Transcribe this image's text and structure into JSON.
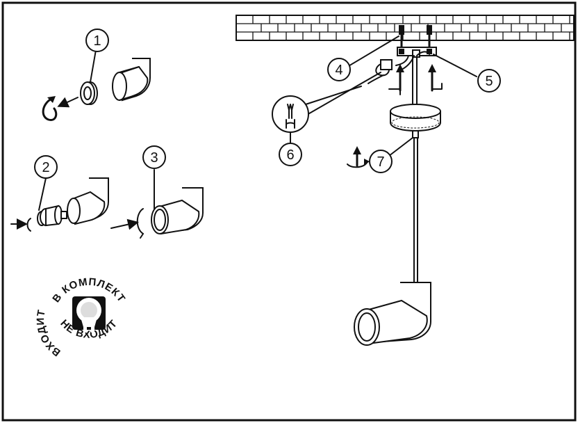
{
  "callouts": [
    {
      "id": "1",
      "label": "1"
    },
    {
      "id": "2",
      "label": "2"
    },
    {
      "id": "3",
      "label": "3"
    },
    {
      "id": "4",
      "label": "4"
    },
    {
      "id": "5",
      "label": "5"
    },
    {
      "id": "6",
      "label": "6"
    },
    {
      "id": "7",
      "label": "7"
    }
  ],
  "stamp": {
    "text": "ВХОДИТ В КОМПЛЕКТ НЕ ВХОДИТ",
    "text_top": "В КОМПЛЕКТ",
    "text_left": "ВХОДИТ",
    "text_bottom": "НЕ ВХОДИТ",
    "icon": "gu10-bulb-icon"
  },
  "colors": {
    "line": "#111111",
    "background": "#ffffff"
  }
}
